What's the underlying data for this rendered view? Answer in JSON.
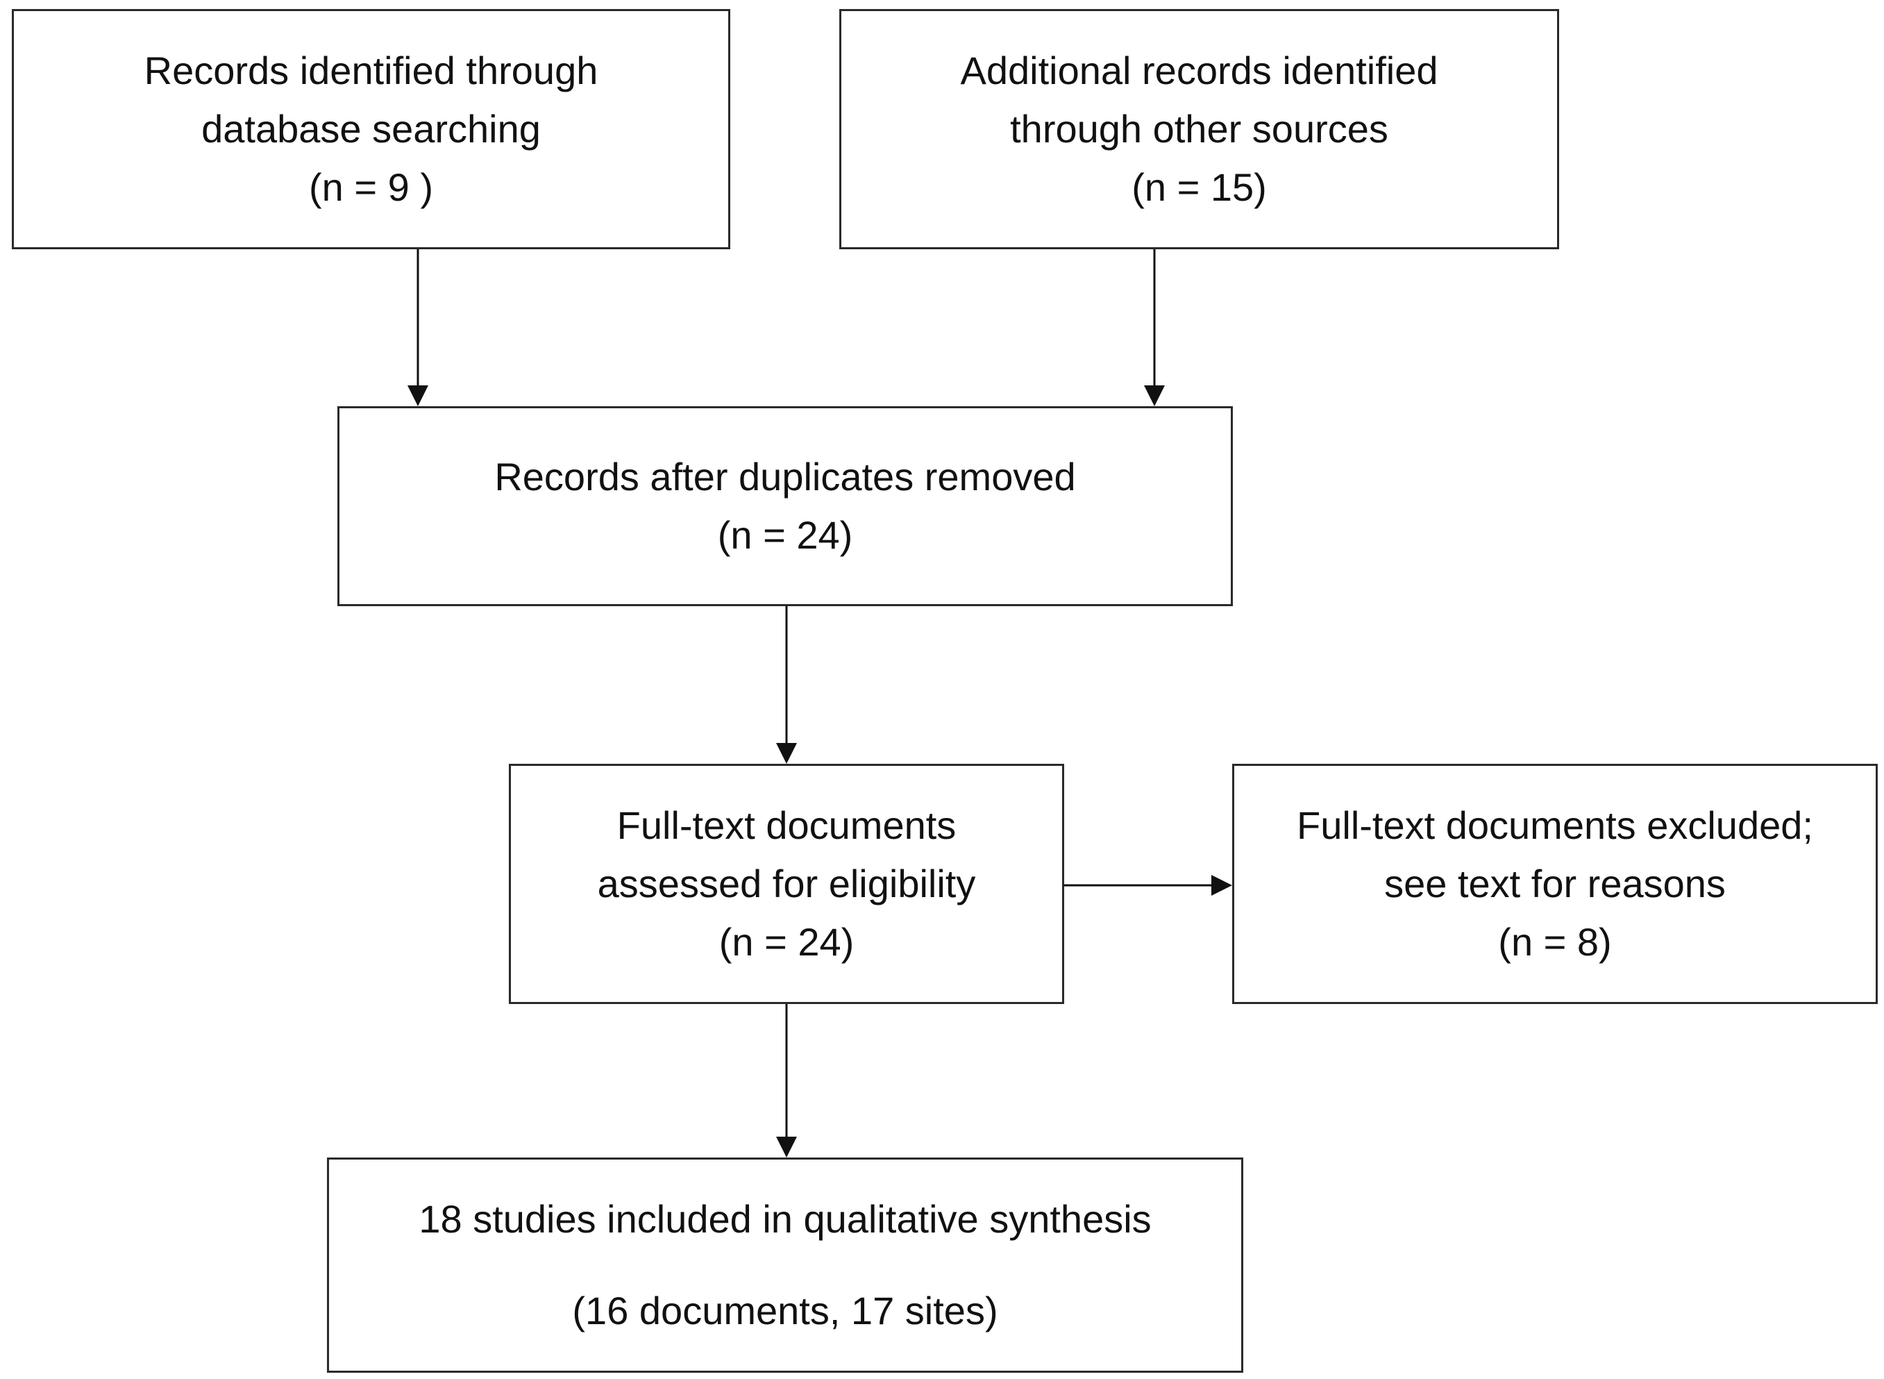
{
  "boxes": {
    "identified_database": {
      "line1": "Records identified through",
      "line2": "database searching",
      "count": "(n =  9 )"
    },
    "identified_other": {
      "line1": "Additional records identified",
      "line2": "through other sources",
      "count": "(n =  15)"
    },
    "after_duplicates": {
      "line1": "Records after duplicates removed",
      "count": "(n =  24)"
    },
    "fulltext_assessed": {
      "line1": "Full-text documents",
      "line2": "assessed for eligibility",
      "count": "(n =  24)"
    },
    "fulltext_excluded": {
      "line1": "Full-text documents excluded;",
      "line2": "see text for reasons",
      "count": "(n =  8)"
    },
    "included": {
      "line1": "18 studies included in qualitative synthesis",
      "line2": "(16 documents, 17 sites)"
    }
  }
}
